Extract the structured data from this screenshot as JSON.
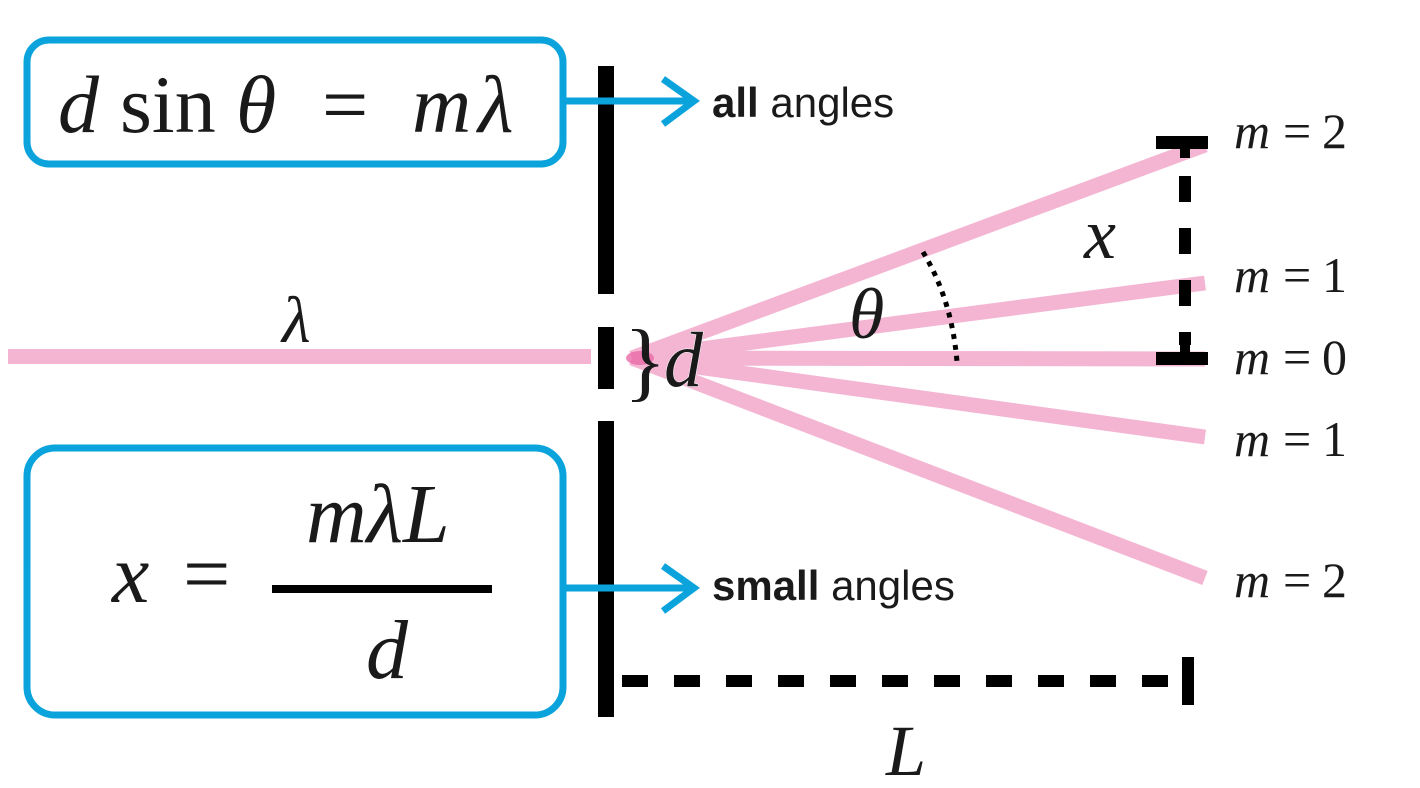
{
  "colors": {
    "beam": "#f4b5d3",
    "beam_core": "#ea6aa6",
    "accent": "#0aa3dc",
    "ink": "#000000"
  },
  "equations": {
    "all_angles": {
      "lhs_d": "d",
      "sin": "sin",
      "theta": "θ",
      "equals": "=",
      "rhs_m": "m",
      "rhs_lambda": "λ"
    },
    "small_angles": {
      "lhs_x": "x",
      "equals": "=",
      "numerator": "mλL",
      "denominator": "d"
    }
  },
  "annotations": {
    "all_angles": {
      "bold": "all",
      "rest": " angles"
    },
    "small_angles": {
      "bold": "small",
      "rest": " angles"
    }
  },
  "labels": {
    "wavelength": "λ",
    "slit_brace": "}",
    "slit_separation": "d",
    "angle": "θ",
    "fringe_distance": "x",
    "screen_distance": "L"
  },
  "orders": [
    {
      "label_m": "m",
      "eq": "=",
      "value": "2",
      "side": "upper"
    },
    {
      "label_m": "m",
      "eq": "=",
      "value": "1",
      "side": "upper"
    },
    {
      "label_m": "m",
      "eq": "=",
      "value": "0",
      "side": "center"
    },
    {
      "label_m": "m",
      "eq": "=",
      "value": "1",
      "side": "lower"
    },
    {
      "label_m": "m",
      "eq": "=",
      "value": "2",
      "side": "lower"
    }
  ]
}
